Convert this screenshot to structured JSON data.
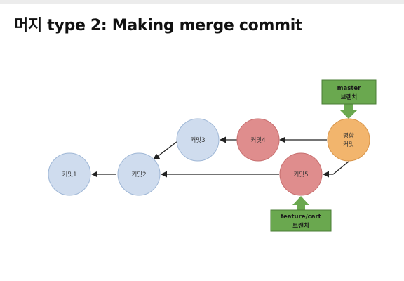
{
  "title": "머지 type 2: Making merge commit",
  "colors": {
    "blue_fill": "#cfdcee",
    "blue_stroke": "#9fb7d6",
    "red_fill": "#df8d8d",
    "red_stroke": "#c76f6f",
    "orange_fill": "#f2b56d",
    "orange_stroke": "#d8954a",
    "branch_fill": "#6aa84f",
    "branch_stroke": "#4a7d36",
    "edge": "#222222"
  },
  "nodes": {
    "commit1": "커밋1",
    "commit2": "커밋2",
    "commit3": "커밋3",
    "commit4": "커밋4",
    "commit5": "커밋5",
    "merge_line1": "병합",
    "merge_line2": "커밋"
  },
  "branches": {
    "master": {
      "line1": "master",
      "line2": "브랜치"
    },
    "feature": {
      "line1": "feature/cart",
      "line2": "브랜치"
    }
  }
}
